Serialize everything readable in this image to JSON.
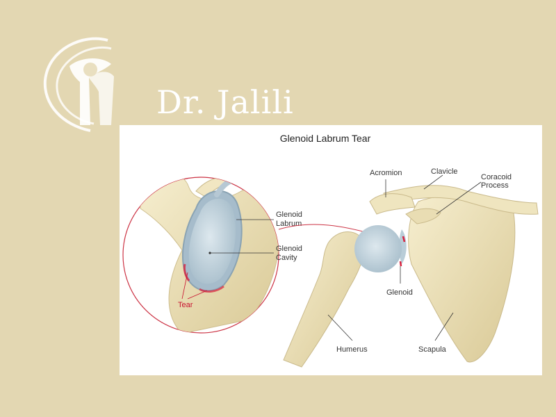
{
  "brand": {
    "name": "Dr. Jalili",
    "icon": "shoulder-joint-logo-icon"
  },
  "diagram": {
    "title": "Glenoid Labrum Tear",
    "inset_labels": {
      "labrum_line1": "Glenoid",
      "labrum_line2": "Labrum",
      "cavity_line1": "Glenoid",
      "cavity_line2": "Cavity",
      "tear": "Tear"
    },
    "main_labels": {
      "acromion": "Acromion",
      "clavicle": "Clavicle",
      "coracoid_line1": "Coracoid",
      "coracoid_line2": "Process",
      "glenoid": "Glenoid",
      "humerus": "Humerus",
      "scapula": "Scapula"
    }
  },
  "colors": {
    "page_background": "#e3d7b2",
    "bone": "#efe5bf",
    "bone_shadow": "#c9b98a",
    "cartilage": "#b9cdd8",
    "tear_accent": "#d8203c",
    "inset_circle": "#cc3344",
    "tear_label": "#c8102e"
  }
}
